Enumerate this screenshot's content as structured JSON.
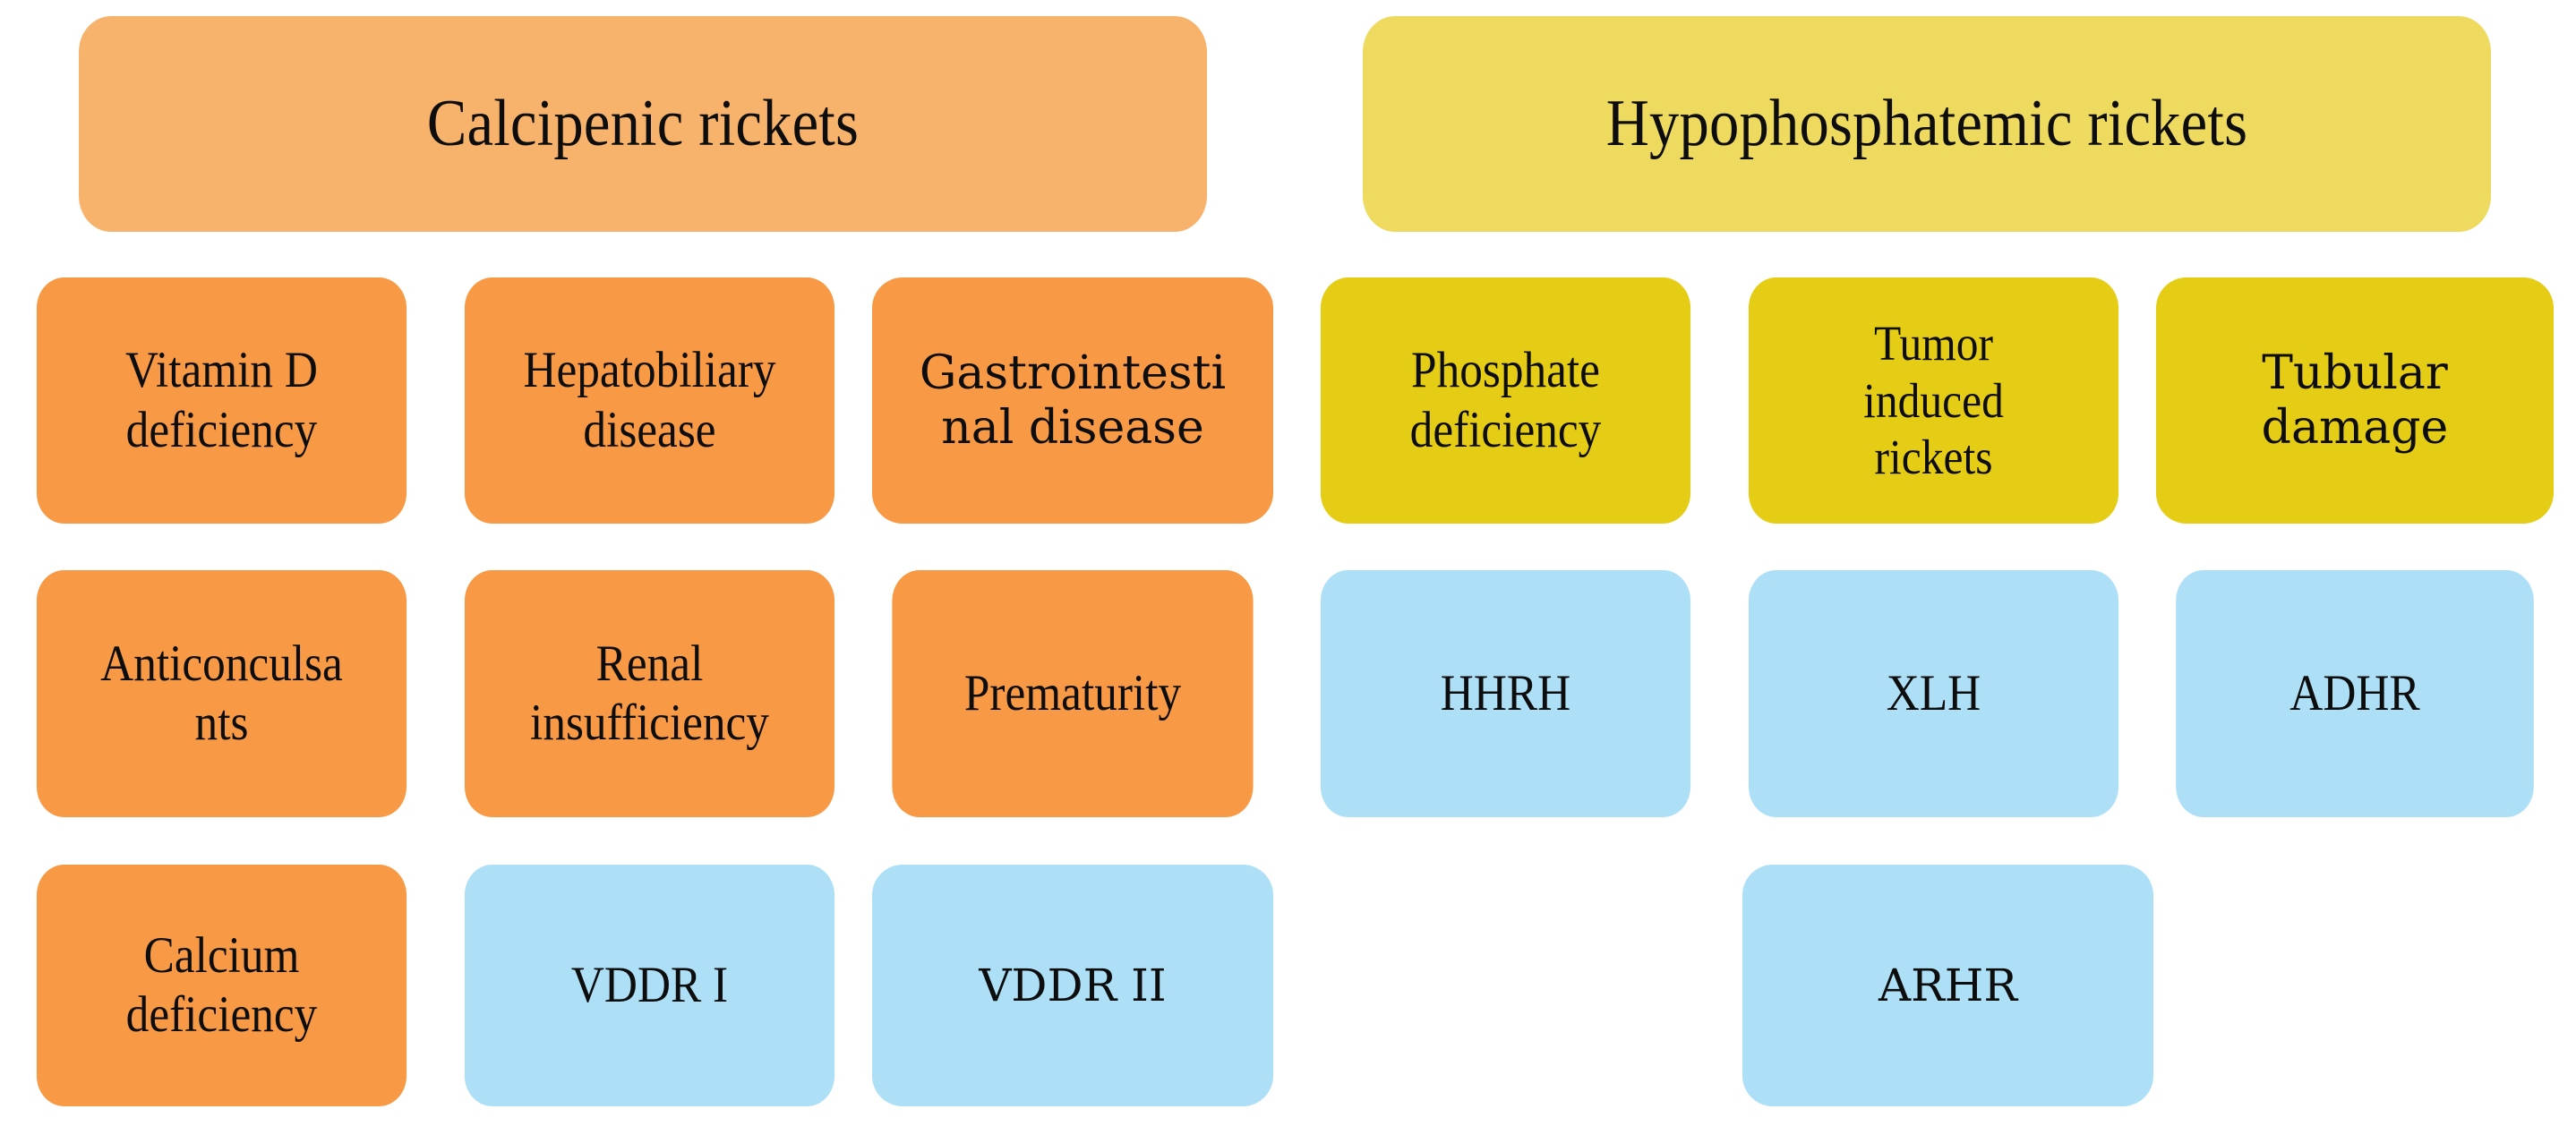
{
  "diagram": {
    "title_left": "Calcipenic rickets",
    "title_right": "Hypophosphatemic rickets",
    "colors": {
      "header_orange": "#F7B36B",
      "header_yellow": "#EDDA5F",
      "body_orange": "#F89A45",
      "body_yellow": "#E6CD15",
      "body_blue": "#ADE0F7",
      "text": "#0D0D0D",
      "background": "#FFFFFF"
    },
    "columns": 6,
    "rows": 4
  },
  "headers": [
    {
      "label": "Calcipenic rickets",
      "color": "header_orange"
    },
    {
      "label": "Hypophosphatemic rickets",
      "color": "header_yellow"
    }
  ],
  "boxes": {
    "row2": [
      {
        "label": "Vitamin D\ndeficiency",
        "color": "body_orange"
      },
      {
        "label": "Hepatobiliary\ndisease",
        "color": "body_orange"
      },
      {
        "label": "Gastrointesti\nnal disease",
        "color": "body_orange"
      },
      {
        "label": "Phosphate\ndeficiency",
        "color": "body_yellow"
      },
      {
        "label": "Tumor\ninduced\nrickets",
        "color": "body_yellow"
      },
      {
        "label": "Tubular\ndamage",
        "color": "body_yellow"
      }
    ],
    "row3": [
      {
        "label": "Anticonculsa\nnts",
        "color": "body_orange"
      },
      {
        "label": "Renal\ninsufficiency",
        "color": "body_orange"
      },
      {
        "label": "Prematurity",
        "color": "body_orange"
      },
      {
        "label": "HHRH",
        "color": "body_blue"
      },
      {
        "label": "XLH",
        "color": "body_blue"
      },
      {
        "label": "ADHR",
        "color": "body_blue"
      }
    ],
    "row4": [
      {
        "label": "Calcium\ndeficiency",
        "color": "body_orange"
      },
      {
        "label": "VDDR I",
        "color": "body_blue"
      },
      {
        "label": "VDDR II",
        "color": "body_blue"
      },
      {
        "label": "",
        "color": "background"
      },
      {
        "label": "ARHR",
        "color": "body_blue"
      },
      {
        "label": "",
        "color": "background"
      }
    ]
  }
}
